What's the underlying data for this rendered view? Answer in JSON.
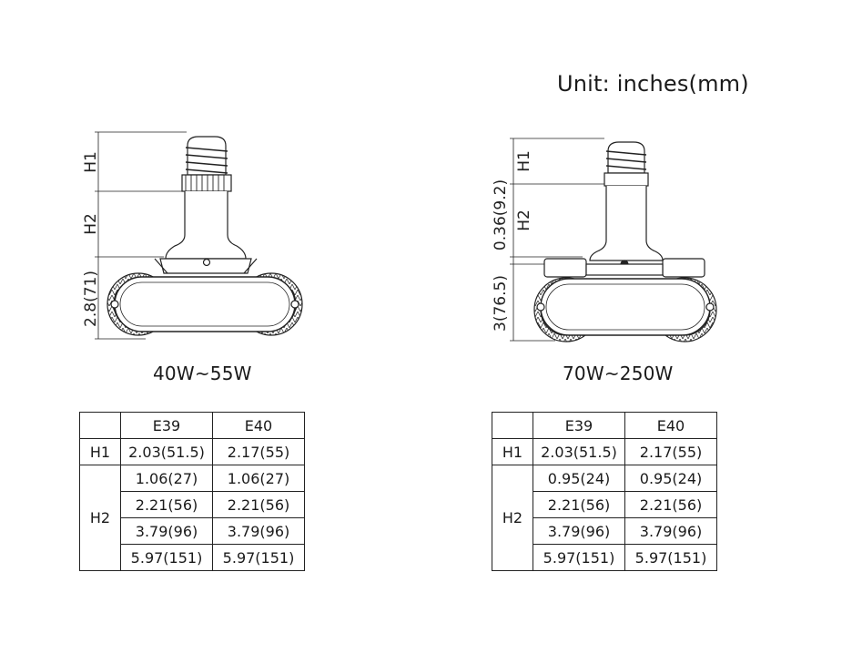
{
  "unit_label": "Unit: inches(mm)",
  "left": {
    "caption": "40W~55W",
    "dim_labels": {
      "h1": "H1",
      "h2": "H2",
      "body": "2.8(71)"
    },
    "table": {
      "columns": [
        "E39",
        "E40"
      ],
      "h1": {
        "label": "H1",
        "values": [
          "2.03(51.5)",
          "2.17(55)"
        ]
      },
      "h2": {
        "label": "H2",
        "rows": [
          [
            "1.06(27)",
            "1.06(27)"
          ],
          [
            "2.21(56)",
            "2.21(56)"
          ],
          [
            "3.79(96)",
            "3.79(96)"
          ],
          [
            "5.97(151)",
            "5.97(151)"
          ]
        ]
      }
    }
  },
  "right": {
    "caption": "70W~250W",
    "dim_labels": {
      "h1": "H1",
      "h2": "H2",
      "offset": "0.36(9.2)",
      "body": "3(76.5)"
    },
    "table": {
      "columns": [
        "E39",
        "E40"
      ],
      "h1": {
        "label": "H1",
        "values": [
          "2.03(51.5)",
          "2.17(55)"
        ]
      },
      "h2": {
        "label": "H2",
        "rows": [
          [
            "0.95(24)",
            "0.95(24)"
          ],
          [
            "2.21(56)",
            "2.21(56)"
          ],
          [
            "3.79(96)",
            "3.79(96)"
          ],
          [
            "5.97(151)",
            "5.97(151)"
          ]
        ]
      }
    }
  }
}
